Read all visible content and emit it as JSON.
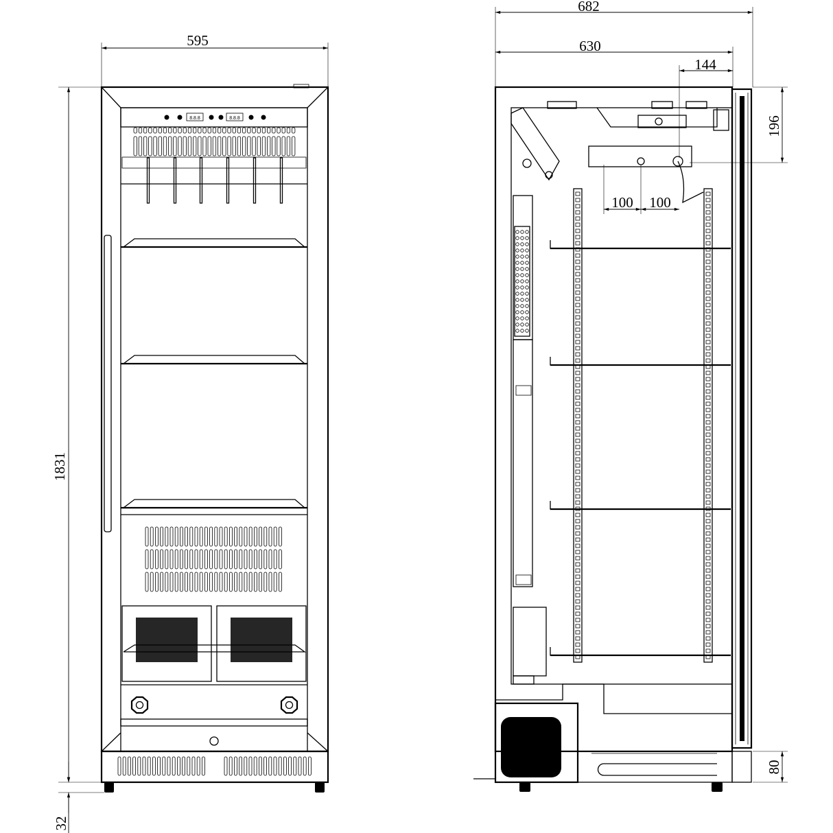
{
  "dimensions": {
    "front_width": "595",
    "front_height": "1831",
    "foot_height": "32",
    "side_total_depth": "682",
    "side_body_depth": "630",
    "side_top_offset": "144",
    "side_top_height": "196",
    "side_spacing_1": "100",
    "side_spacing_2": "100",
    "side_base_height": "80"
  },
  "control_panel": {
    "display_1": "8.8.8",
    "display_2": "8.8.8"
  },
  "colors": {
    "line": "#000000",
    "background": "#ffffff"
  }
}
